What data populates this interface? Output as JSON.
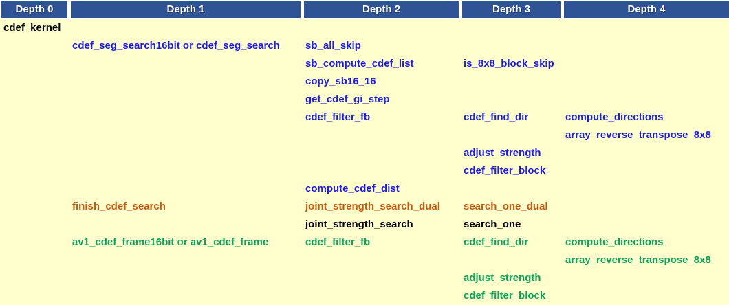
{
  "colors": {
    "header_bg": "#2F5496",
    "header_text": "#FFFFFF",
    "page_bg": "#FFFFCD",
    "blue": "#1E1EE0",
    "orange": "#C55A11",
    "green": "#0EA35C",
    "black": "#000000"
  },
  "header": {
    "cells": [
      "Depth 0",
      "Depth 1",
      "Depth 2",
      "Depth 3",
      "Depth 4"
    ]
  },
  "rows": [
    {
      "cells": [
        {
          "col": 0,
          "text": "cdef_kernel",
          "color": "black"
        }
      ]
    },
    {
      "cells": [
        {
          "col": 1,
          "text": "cdef_seg_search16bit or cdef_seg_search",
          "color": "blue"
        },
        {
          "col": 2,
          "text": "sb_all_skip",
          "color": "blue"
        }
      ]
    },
    {
      "cells": [
        {
          "col": 2,
          "text": "sb_compute_cdef_list",
          "color": "blue"
        },
        {
          "col": 3,
          "text": "is_8x8_block_skip",
          "color": "blue"
        }
      ]
    },
    {
      "cells": [
        {
          "col": 2,
          "text": "copy_sb16_16",
          "color": "blue"
        }
      ]
    },
    {
      "cells": [
        {
          "col": 2,
          "text": "get_cdef_gi_step",
          "color": "blue"
        }
      ]
    },
    {
      "cells": [
        {
          "col": 2,
          "text": "cdef_filter_fb",
          "color": "blue"
        },
        {
          "col": 3,
          "text": "cdef_find_dir",
          "color": "blue"
        },
        {
          "col": 4,
          "text": "compute_directions",
          "color": "blue"
        }
      ]
    },
    {
      "cells": [
        {
          "col": 4,
          "text": "array_reverse_transpose_8x8",
          "color": "blue"
        }
      ]
    },
    {
      "cells": [
        {
          "col": 3,
          "text": "adjust_strength",
          "color": "blue"
        }
      ]
    },
    {
      "cells": [
        {
          "col": 3,
          "text": "cdef_filter_block",
          "color": "blue"
        }
      ]
    },
    {
      "cells": [
        {
          "col": 2,
          "text": "compute_cdef_dist",
          "color": "blue"
        }
      ]
    },
    {
      "cells": [
        {
          "col": 1,
          "text": "finish_cdef_search",
          "color": "orange"
        },
        {
          "col": 2,
          "text": "joint_strength_search_dual",
          "color": "orange"
        },
        {
          "col": 3,
          "text": "search_one_dual",
          "color": "orange"
        }
      ]
    },
    {
      "cells": [
        {
          "col": 2,
          "text": "joint_strength_search",
          "color": "black"
        },
        {
          "col": 3,
          "text": "search_one",
          "color": "black"
        }
      ]
    },
    {
      "cells": [
        {
          "col": 1,
          "text": "av1_cdef_frame16bit or av1_cdef_frame",
          "color": "green"
        },
        {
          "col": 2,
          "text": "cdef_filter_fb",
          "color": "green"
        },
        {
          "col": 3,
          "text": "cdef_find_dir",
          "color": "green"
        },
        {
          "col": 4,
          "text": "compute_directions",
          "color": "green"
        }
      ]
    },
    {
      "cells": [
        {
          "col": 4,
          "text": "array_reverse_transpose_8x8",
          "color": "green"
        }
      ]
    },
    {
      "cells": [
        {
          "col": 3,
          "text": "adjust_strength",
          "color": "green"
        }
      ]
    },
    {
      "cells": [
        {
          "col": 3,
          "text": "cdef_filter_block",
          "color": "green"
        }
      ]
    }
  ]
}
